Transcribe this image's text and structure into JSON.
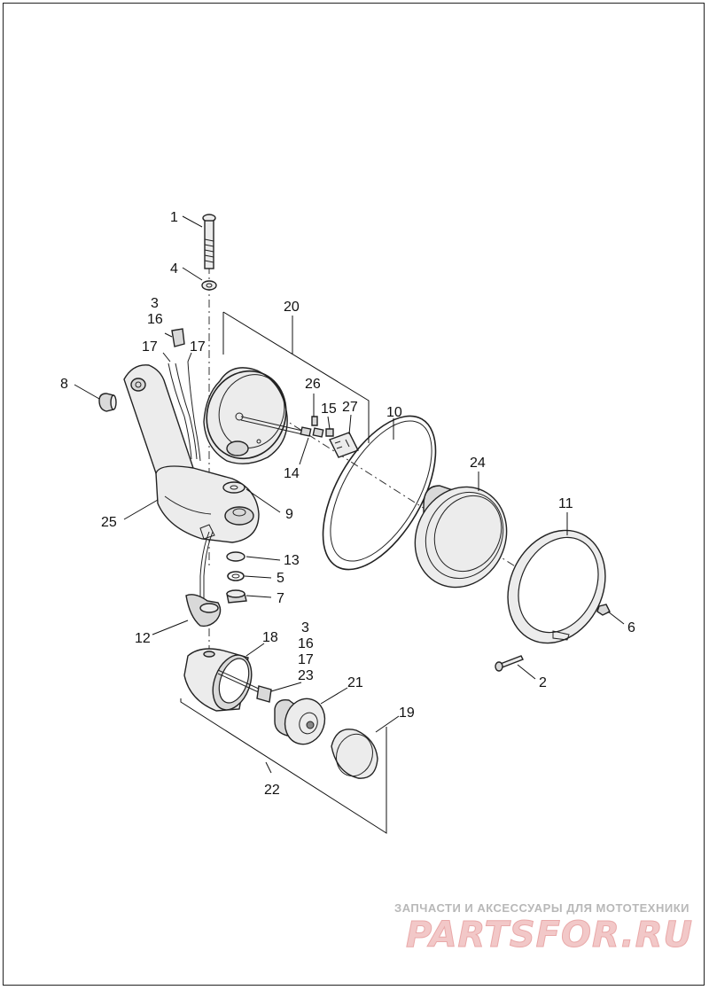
{
  "diagram": {
    "callouts": {
      "c1": "1",
      "c2": "2",
      "c3a": "3",
      "c16a": "16",
      "c4": "4",
      "c5": "5",
      "c6": "6",
      "c7": "7",
      "c8": "8",
      "c9": "9",
      "c10": "10",
      "c11": "11",
      "c12": "12",
      "c13": "13",
      "c14": "14",
      "c15": "15",
      "c17a": "17",
      "c17b": "17",
      "c18": "18",
      "c3b": "3",
      "c16b": "16",
      "c17c": "17",
      "c23": "23",
      "c19": "19",
      "c20": "20",
      "c21": "21",
      "c22": "22",
      "c24": "24",
      "c25": "25",
      "c26": "26",
      "c27": "27"
    }
  },
  "watermark": {
    "tagline": "ЗАПЧАСТИ И АКСЕССУАРЫ ДЛЯ МОТОТЕХНИКИ",
    "logo": "PARTSFOR.RU"
  }
}
